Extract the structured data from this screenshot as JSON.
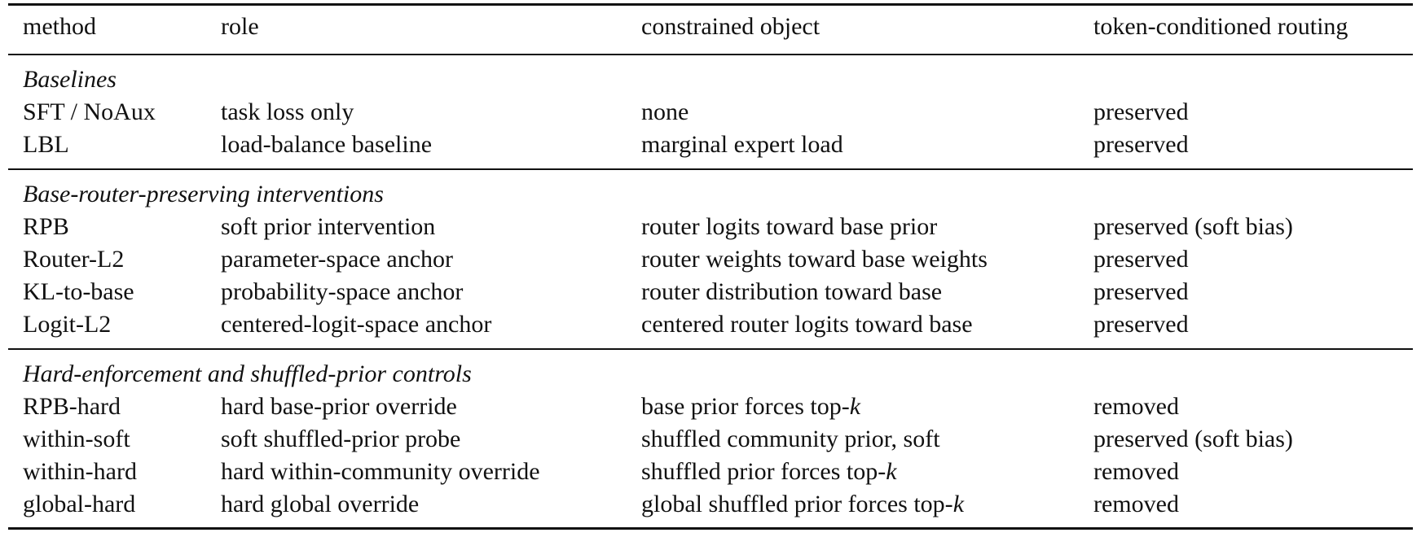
{
  "table": {
    "headers": [
      "method",
      "role",
      "constrained object",
      "token-conditioned routing"
    ],
    "groups": [
      {
        "title": "Baselines",
        "rows": [
          {
            "method": "SFT / NoAux",
            "role": "task loss only",
            "object": "none",
            "object_suffix": "",
            "routing": "preserved"
          },
          {
            "method": "LBL",
            "role": "load-balance baseline",
            "object": "marginal expert load",
            "object_suffix": "",
            "routing": "preserved"
          }
        ]
      },
      {
        "title": "Base-router-preserving interventions",
        "rows": [
          {
            "method": "RPB",
            "role": "soft prior intervention",
            "object": "router logits toward base prior",
            "object_suffix": "",
            "routing": "preserved (soft bias)"
          },
          {
            "method": "Router-L2",
            "role": "parameter-space anchor",
            "object": "router weights toward base weights",
            "object_suffix": "",
            "routing": "preserved"
          },
          {
            "method": "KL-to-base",
            "role": "probability-space anchor",
            "object": "router distribution toward base",
            "object_suffix": "",
            "routing": "preserved"
          },
          {
            "method": "Logit-L2",
            "role": "centered-logit-space anchor",
            "object": "centered router logits toward base",
            "object_suffix": "",
            "routing": "preserved"
          }
        ]
      },
      {
        "title": "Hard-enforcement and shuffled-prior controls",
        "rows": [
          {
            "method": "RPB-hard",
            "role": "hard base-prior override",
            "object": "base prior forces top-",
            "object_suffix": "k",
            "routing": "removed"
          },
          {
            "method": "within-soft",
            "role": "soft shuffled-prior probe",
            "object": "shuffled community prior, soft",
            "object_suffix": "",
            "routing": "preserved (soft bias)"
          },
          {
            "method": "within-hard",
            "role": "hard within-community override",
            "object": "shuffled prior forces top-",
            "object_suffix": "k",
            "routing": "removed"
          },
          {
            "method": "global-hard",
            "role": "hard global override",
            "object": "global shuffled prior forces top-",
            "object_suffix": "k",
            "routing": "removed"
          }
        ]
      }
    ]
  }
}
